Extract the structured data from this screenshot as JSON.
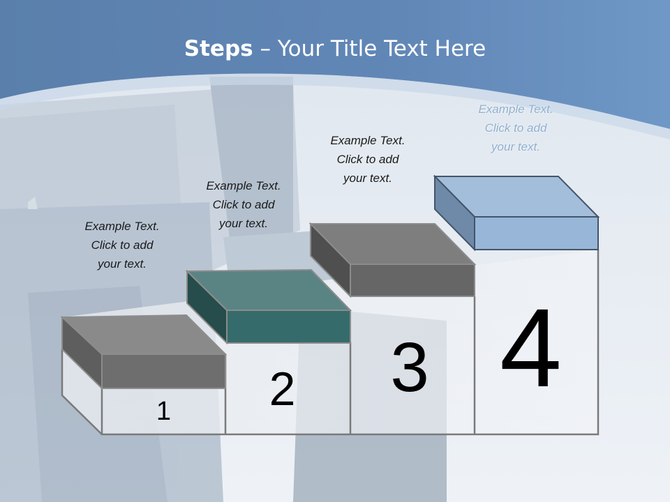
{
  "slide": {
    "title_bold": "Steps",
    "title_rest": " – Your Title Text Here"
  },
  "steps": [
    {
      "number": "1",
      "caption": [
        "Example Text.",
        "Click  to add",
        "your text."
      ],
      "color": "#6e6e6e"
    },
    {
      "number": "2",
      "caption": [
        "Example Text.",
        "Click  to add",
        "your text."
      ],
      "color": "#356b6b"
    },
    {
      "number": "3",
      "caption": [
        "Example Text.",
        "Click  to add",
        "your text."
      ],
      "color": "#666666"
    },
    {
      "number": "4",
      "caption": [
        "Example Text.",
        "Click  to add",
        "your text."
      ],
      "color": "#a3bedb"
    }
  ],
  "colors": {
    "header_band": "#5e86b6",
    "header_light": "#7fa3cc",
    "staircase_outline": "#7a7a7a"
  }
}
